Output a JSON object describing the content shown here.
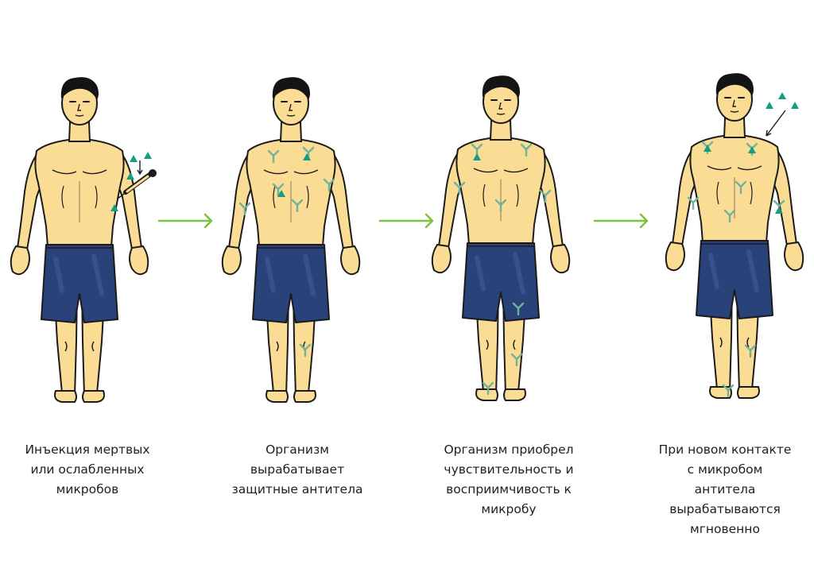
{
  "colors": {
    "skin": "#fbdc95",
    "outline": "#1b1b1b",
    "hair": "#141414",
    "shorts": "#29427a",
    "shorts_light": "#3d5d9c",
    "arrow": "#7cc142",
    "microbe": "#169c83",
    "antibody": "#6fb49a"
  },
  "stages": [
    {
      "caption": [
        "Инъекция мертвых",
        "или ослабленных",
        "микробов"
      ]
    },
    {
      "caption": [
        "Организм",
        "вырабатывает",
        "защитные антитела"
      ]
    },
    {
      "caption": [
        "Организм приобрел",
        "чувствительность и",
        "восприимчивость к",
        "микробу"
      ]
    },
    {
      "caption": [
        "При новом контакте",
        "с микробом",
        "антитела",
        "вырабатываются",
        "мгновенно"
      ]
    }
  ]
}
